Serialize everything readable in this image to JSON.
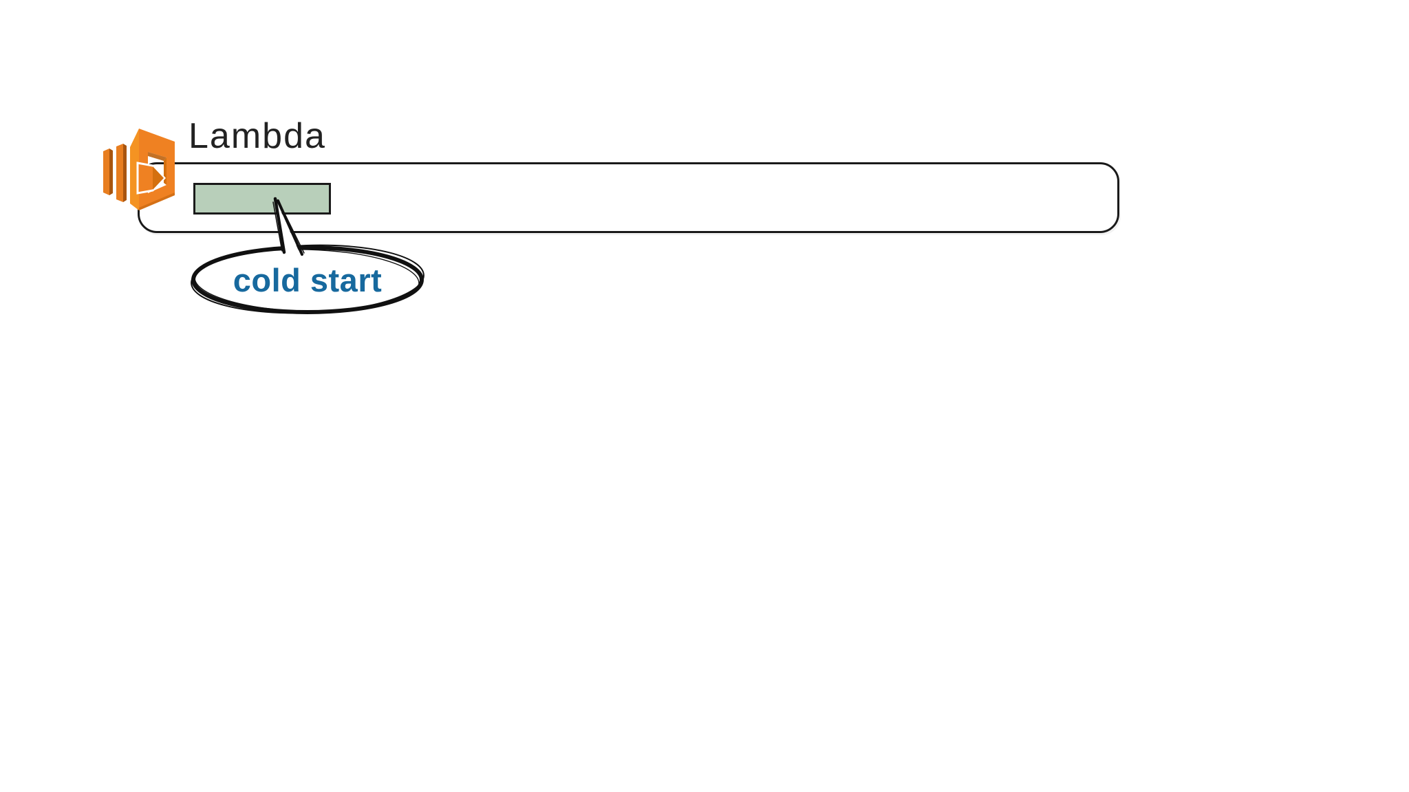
{
  "service": {
    "name": "Lambda",
    "icon": "aws-lambda-icon"
  },
  "timeline": {
    "name": "lambda-execution-timeline",
    "segments": [
      {
        "id": "cold-start-segment",
        "color": "#b8cfba"
      }
    ]
  },
  "callout": {
    "label": "cold start",
    "text_color": "#17699E",
    "points_to": "cold-start-segment"
  },
  "colors": {
    "background": "#ffffff",
    "outline": "#1a1a1a",
    "aws_orange": "#EF8122",
    "aws_orange_light": "#F49322",
    "aws_orange_dark": "#A9550F",
    "aws_orange_mid": "#D4700F",
    "segment_green": "#b8cfba",
    "callout_blue": "#17699E",
    "title_text": "#222222"
  }
}
